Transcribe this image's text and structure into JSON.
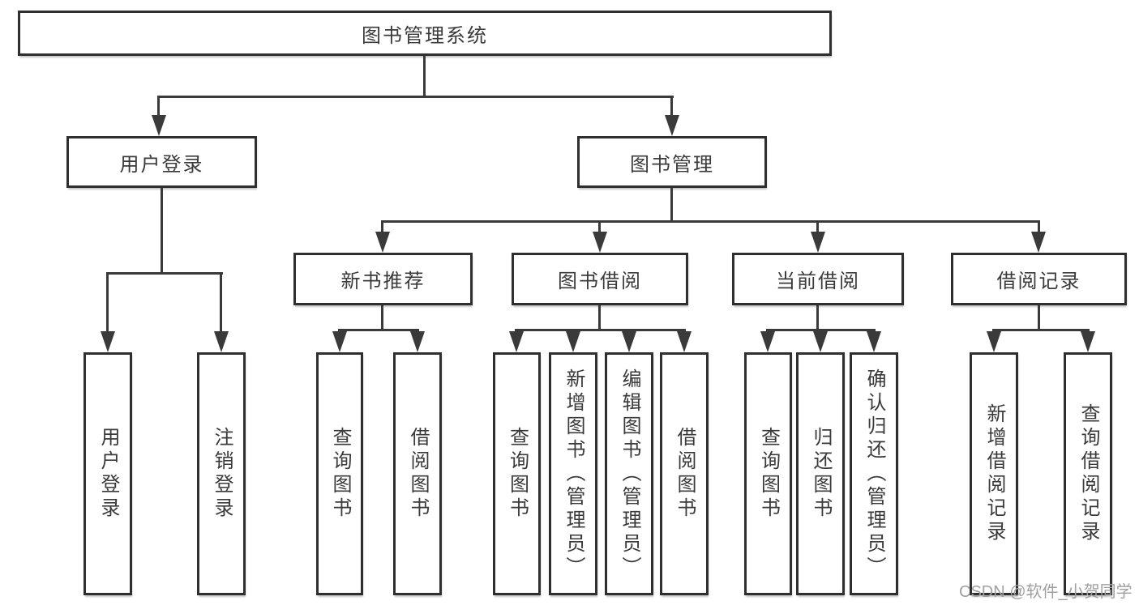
{
  "diagram": {
    "title": "图书管理系统",
    "root": {
      "label": "图书管理系统"
    },
    "level2": [
      {
        "label": "用户登录",
        "parent": "图书管理系统"
      },
      {
        "label": "图书管理",
        "parent": "图书管理系统"
      }
    ],
    "level3": [
      {
        "label": "新书推荐",
        "parent": "图书管理"
      },
      {
        "label": "图书借阅",
        "parent": "图书管理"
      },
      {
        "label": "当前借阅",
        "parent": "图书管理"
      },
      {
        "label": "借阅记录",
        "parent": "图书管理"
      }
    ],
    "leaves": [
      {
        "label": "用户登录",
        "parent": "用户登录"
      },
      {
        "label": "注销登录",
        "parent": "用户登录"
      },
      {
        "label": "查询图书",
        "parent": "新书推荐"
      },
      {
        "label": "借阅图书",
        "parent": "新书推荐"
      },
      {
        "label": "查询图书",
        "parent": "图书借阅"
      },
      {
        "label": "新增图书（管理员）",
        "parent": "图书借阅"
      },
      {
        "label": "编辑图书（管理员）",
        "parent": "图书借阅"
      },
      {
        "label": "借阅图书",
        "parent": "图书借阅"
      },
      {
        "label": "查询图书",
        "parent": "当前借阅"
      },
      {
        "label": "归还图书",
        "parent": "当前借阅"
      },
      {
        "label": "确认归还（管理员）",
        "parent": "当前借阅"
      },
      {
        "label": "新增借阅记录",
        "parent": "借阅记录"
      },
      {
        "label": "查询借阅记录",
        "parent": "借阅记录"
      }
    ]
  },
  "watermark": {
    "text": "CSDN @软件_小贺同学"
  },
  "colors": {
    "background": "#ffffff",
    "line": "#3a3a3a",
    "border": "#2f2f2f",
    "text": "#3a3a3a",
    "watermark": "#a0a0a0"
  }
}
